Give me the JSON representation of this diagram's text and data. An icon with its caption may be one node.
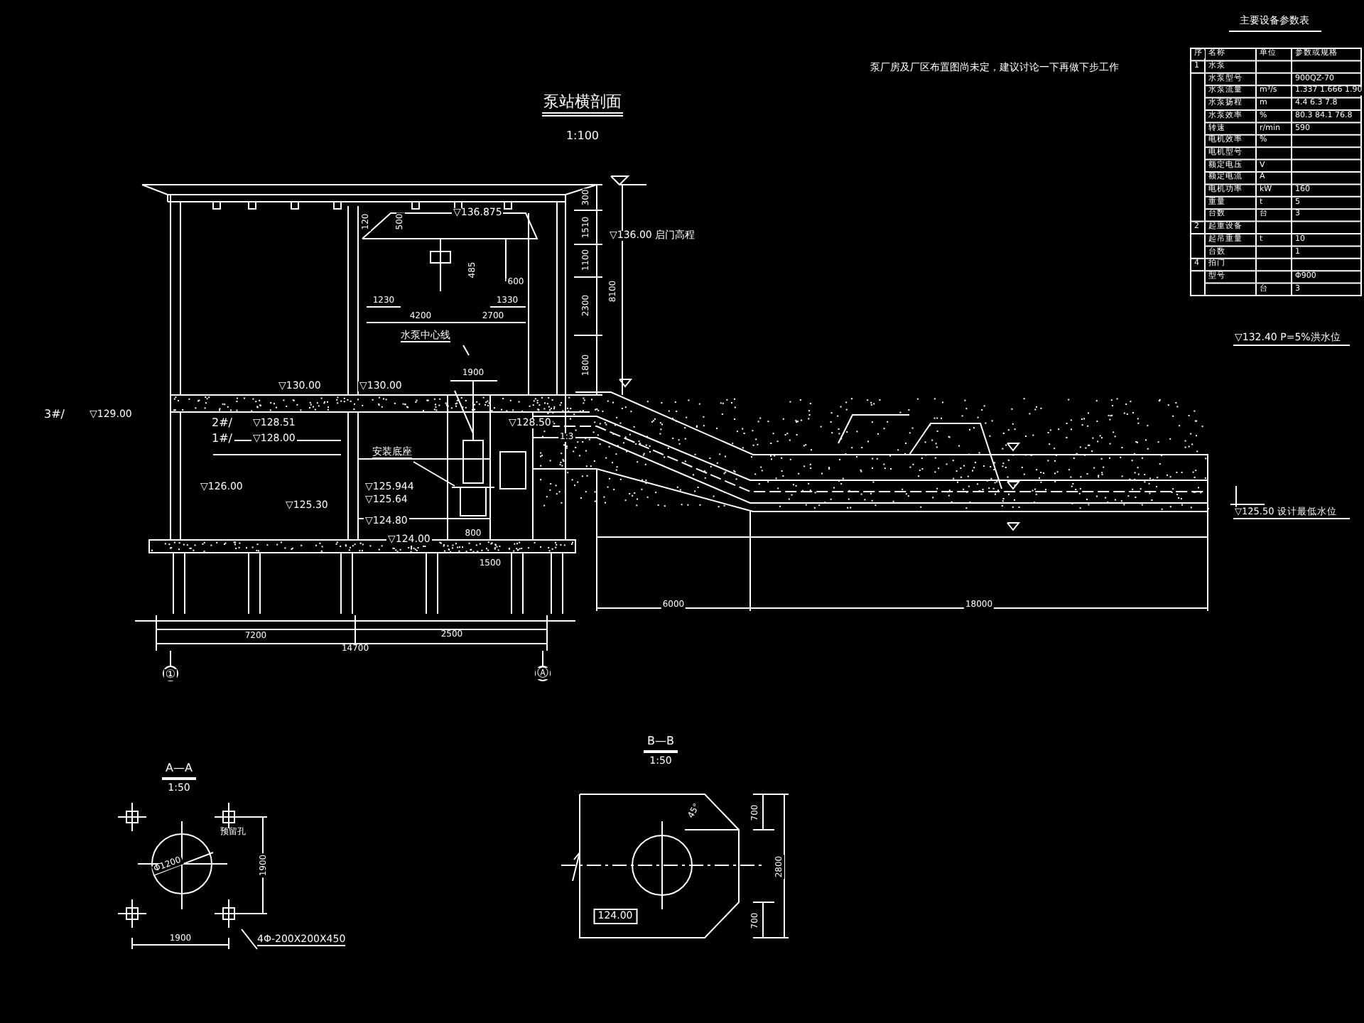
{
  "diagram": {
    "title": "泵站横剖面",
    "nodes": [
      {
        "text": [
          "水泵中心线"
        ]
      },
      {
        "text": [
          "安装底座"
        ]
      },
      {
        "text": [
          "4Φ-200X200X450"
        ]
      }
    ],
    "edges": [
      {
        "from": 0,
        "to": null,
        "arrow": "none"
      },
      {
        "from": 1,
        "to": null,
        "arrow": "none"
      },
      {
        "from": 2,
        "to": null,
        "arrow": "none"
      }
    ],
    "labels": [
      "1:100",
      "泵厂房及厂区布置图尚未定，建议讨论一下再做下步工作",
      "主要设备参数表",
      "序",
      "名称",
      "单位",
      "参数或规格",
      "1",
      "水泵",
      "水泵型号",
      "900QZ-70",
      "水泵流量",
      "m³/s",
      "1.337 1.666 1.90",
      "水泵扬程",
      "m",
      "4.4 6.3 7.8",
      "水泵效率",
      "%",
      "80.3 84.1 76.8",
      "转速",
      "r/min",
      "590",
      "电机效率",
      "%",
      "电机型号",
      "额定电压",
      "V",
      "额定电流",
      "A",
      "电机功率",
      "kW",
      "160",
      "重量",
      "t",
      "5",
      "台数",
      "台",
      "3",
      "2",
      "起重设备",
      "起吊重量",
      "t",
      "10",
      "台数",
      "1",
      "4",
      "拍门",
      "型号",
      "Φ900",
      "台",
      "3",
      "▽136.875",
      "▽136.00 启门高程",
      "300",
      "1510",
      "1100",
      "2300",
      "1800",
      "8100",
      "120",
      "500",
      "485",
      "600",
      "1230",
      "1330",
      "4200",
      "2700",
      "1900",
      "▽130.00",
      "▽130.00",
      "3#/",
      "▽129.00",
      "2#/",
      "▽128.51",
      "1#/",
      "▽128.00",
      "▽128.50",
      "1:3",
      "▽126.00",
      "▽125.944",
      "▽125.64",
      "▽125.30",
      "▽124.80",
      "▽124.00",
      "800",
      "1500",
      "7200",
      "2500",
      "14700",
      "①",
      "Ⓐ",
      "6000",
      "18000",
      "▽132.40 P=5%洪水位",
      "▽125.50 设计最低水位",
      "A—A",
      "1:50",
      "Φ1200",
      "预留孔",
      "1900",
      "1900",
      "B—B",
      "1:50",
      "45°",
      "700",
      "2800",
      "700",
      "124.00"
    ]
  }
}
